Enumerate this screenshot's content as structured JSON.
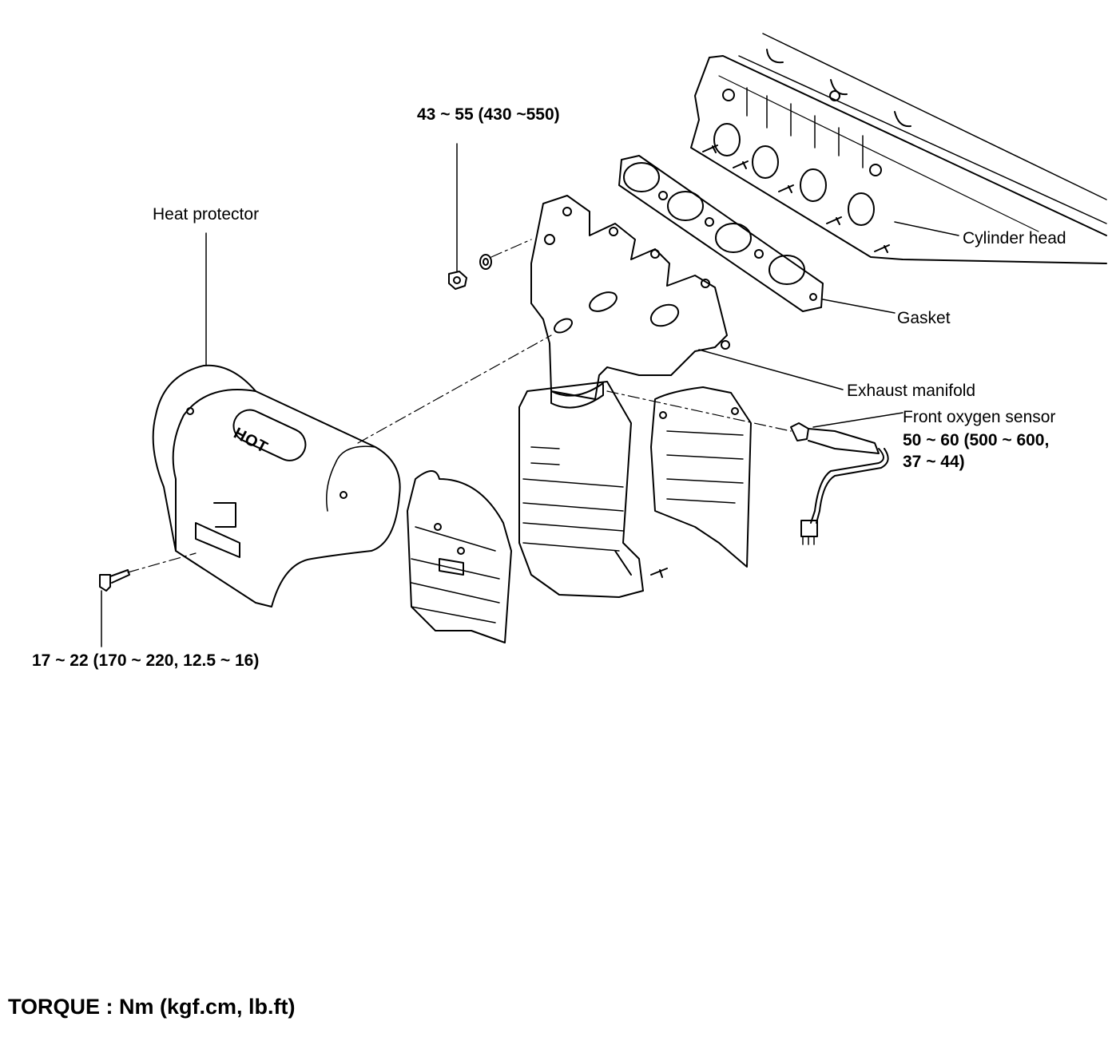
{
  "labels": {
    "heat_protector": "Heat protector",
    "cylinder_head": "Cylinder head",
    "gasket": "Gasket",
    "exhaust_manifold": "Exhaust manifold",
    "front_oxygen_sensor": "Front oxygen sensor"
  },
  "torques": {
    "manifold_nut": "43 ~ 55 (430 ~550)",
    "oxygen_sensor_line1": "50 ~ 60 (500 ~ 600,",
    "oxygen_sensor_line2": "37 ~ 44)",
    "heat_protector_bolt": "17 ~ 22 (170 ~ 220, 12.5 ~ 16)"
  },
  "heat_protector_marking": "HOT",
  "torque_unit_note": "TORQUE : Nm (kgf.cm, lb.ft)"
}
